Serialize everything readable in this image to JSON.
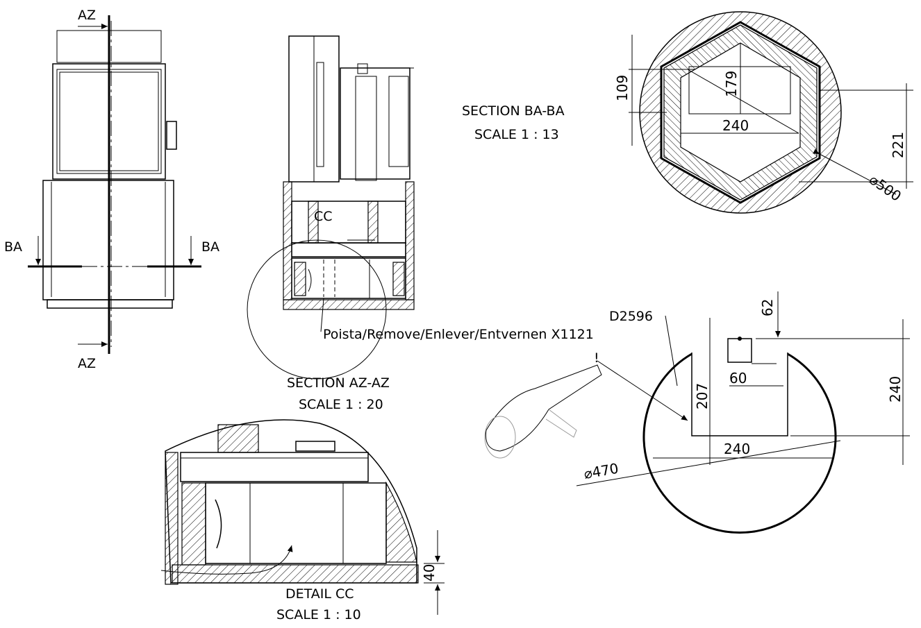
{
  "views": {
    "front": {
      "section_marker_az": "AZ",
      "section_marker_ba": "BA"
    },
    "section_az": {
      "title": "SECTION AZ-AZ",
      "scale": "SCALE 1 : 20",
      "detail_marker": "CC"
    },
    "section_ba": {
      "title": "SECTION BA-BA",
      "scale": "SCALE 1 : 13",
      "dims": {
        "d109": "109",
        "d179": "179",
        "d240": "240",
        "d221": "221",
        "dia500": "⌀500"
      }
    },
    "detail_cc": {
      "title": "DETAIL CC",
      "scale": "SCALE 1 : 10",
      "dims": {
        "d40": "40"
      }
    },
    "cutout": {
      "part_label": "D2596",
      "note": "Poista/Remove/Enlever/Entvernen X1121",
      "warning_mark": "!",
      "dims": {
        "d62": "62",
        "d60": "60",
        "d207": "207",
        "d240_h": "240",
        "d240_v": "240",
        "dia470": "⌀470"
      }
    }
  }
}
